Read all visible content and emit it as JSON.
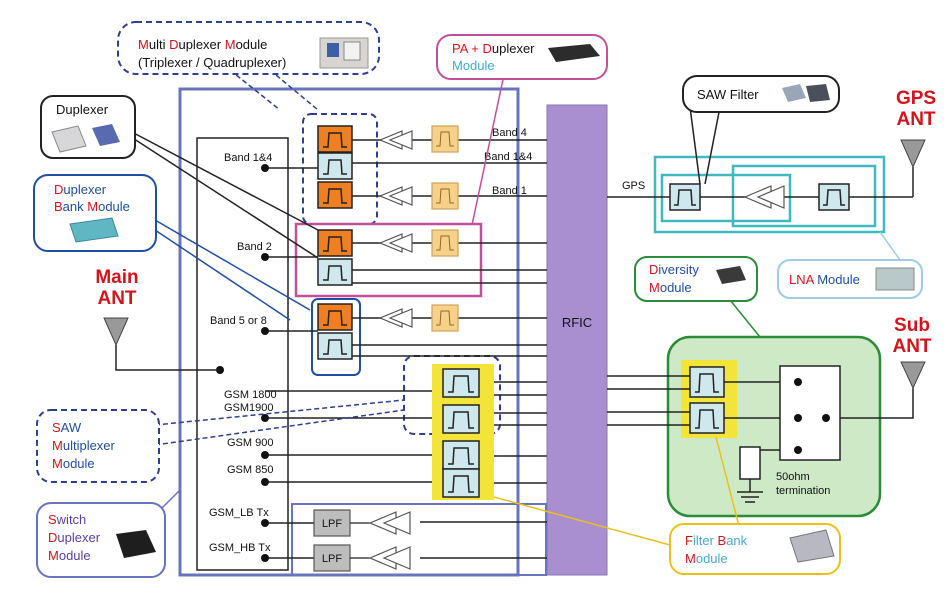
{
  "antennas": {
    "main": [
      "Main",
      "ANT"
    ],
    "gps": [
      "GPS",
      "ANT"
    ],
    "sub": [
      "Sub",
      "ANT"
    ]
  },
  "rfic_label": "RFIC",
  "bands": {
    "band14_left": "Band 1&4",
    "band2": "Band 2",
    "band58": "Band 5 or 8",
    "gsm1800": "GSM 1800",
    "gsm1900": "GSM1900",
    "gsm900": "GSM 900",
    "gsm850": "GSM 850",
    "gsm_lb_tx": "GSM_LB Tx",
    "gsm_hb_tx": "GSM_HB Tx",
    "band4": "Band 4",
    "band14_right": "Band 1&4",
    "band1": "Band 1",
    "gps": "GPS"
  },
  "lpf_label": "LPF",
  "termination": [
    "50ohm",
    "termination"
  ],
  "callouts": {
    "multi_duplexer": {
      "line1": {
        "a": "M",
        "b": "ulti ",
        "c": "D",
        "d": "uplexer ",
        "e": "M",
        "f": "odule"
      },
      "line2": "(Triplexer / Quadruplexer)"
    },
    "pa_duplexer": {
      "a": "PA + D",
      "b": "uplexer",
      "c": "Module"
    },
    "duplexer": "Duplexer",
    "duplexer_bank": {
      "a": "D",
      "b": "uplexer",
      "c": "B",
      "d": "ank ",
      "e": "M",
      "f": "odule"
    },
    "saw_filter": "SAW Filter",
    "lna": {
      "a": "LNA",
      "b": " Module"
    },
    "diversity": {
      "a": "D",
      "b": "iversity",
      "c": "M",
      "d": "odule"
    },
    "saw_multiplexer": {
      "a": "S",
      "b": "AW",
      "c": "M",
      "d": "ultiplexer",
      "e": "M",
      "f": "odule"
    },
    "switch_duplexer": {
      "a": "S",
      "b": "witch",
      "c": "D",
      "d": "uplexer",
      "e": "M",
      "f": "odule"
    },
    "filter_bank": {
      "a": "F",
      "b": "ilter ",
      "c": "B",
      "d": "ank",
      "e": "M",
      "f": "odule"
    }
  },
  "colors": {
    "rfic": "#a98ed0",
    "pa_module": "#c0509a",
    "lna_module": "#3fb9bf",
    "diversity_fill": "#cde9c6",
    "diversity_border": "#2b8b3a",
    "filter_bank": "#f3e43a",
    "orange_duplexer": "#f07f22",
    "light_filter": "#cfe8ee",
    "pa_amp": "#f9d08a",
    "switch_module": "#6a73c0",
    "duplexer_bank": "#1f4fa0",
    "accent_red": "#d4141c"
  }
}
